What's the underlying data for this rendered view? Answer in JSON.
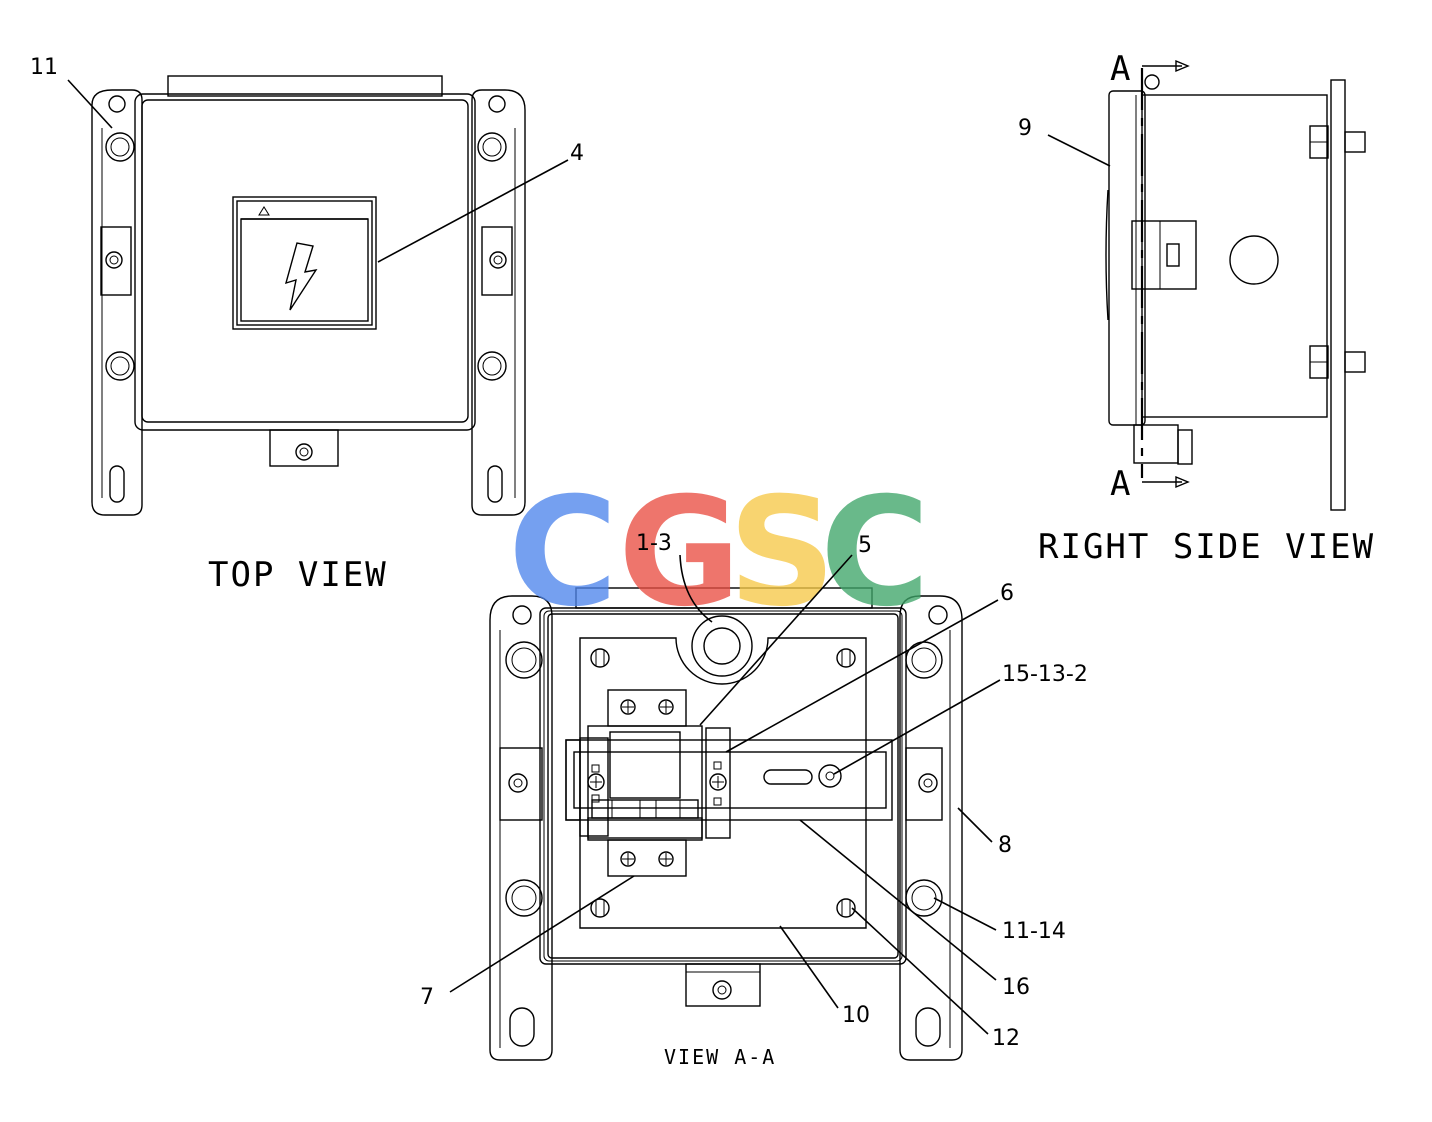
{
  "views": {
    "top": "TOP VIEW",
    "right": "RIGHT SIDE VIEW",
    "section": "VIEW A-A"
  },
  "section_marks": {
    "top": "A",
    "bottom": "A"
  },
  "callouts": {
    "c11": "11",
    "c4": "4",
    "c9": "9",
    "c1_3": "1-3",
    "c5": "5",
    "c6": "6",
    "c15_13_2": "15-13-2",
    "c8": "8",
    "c11_14": "11-14",
    "c16": "16",
    "c12": "12",
    "c10": "10",
    "c7": "7"
  },
  "watermark": {
    "letters": [
      "C",
      "G",
      "S",
      "C"
    ],
    "colors": [
      "#4f86ec",
      "#ea4f43",
      "#f7c948",
      "#3fa66a"
    ]
  },
  "icons": [
    "warning-triangle-icon",
    "lightning-bolt-icon"
  ]
}
